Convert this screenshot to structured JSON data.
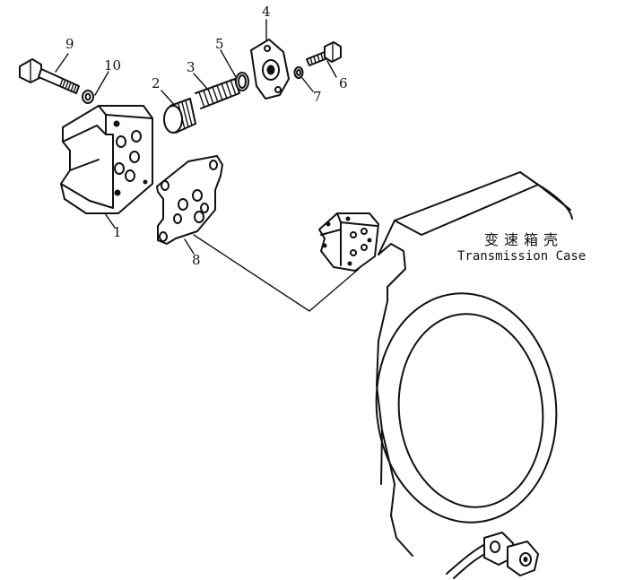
{
  "callouts": {
    "p1": "1",
    "p2": "2",
    "p3": "3",
    "p4": "4",
    "p5": "5",
    "p6": "6",
    "p7": "7",
    "p8": "8",
    "p9": "9",
    "p10": "10"
  },
  "case_label": {
    "chinese": "变速箱壳",
    "english": "Transmission Case"
  }
}
